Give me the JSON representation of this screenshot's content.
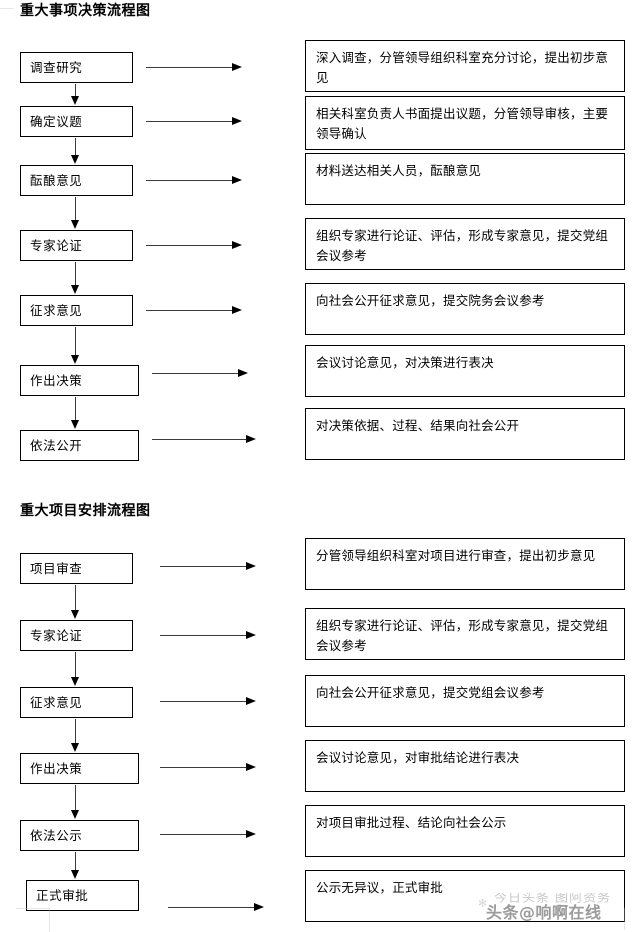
{
  "document": {
    "background_color": "#ffffff",
    "line_color": "#000000",
    "arrow_color": "#3b3b3b"
  },
  "charts": [
    {
      "title": "重大事项决策流程图",
      "steps": [
        "调查研究",
        "确定议题",
        "酝酿意见",
        "专家论证",
        "征求意见",
        "作出决策",
        "依法公开"
      ],
      "descriptions": [
        "深入调查，分管领导组织科室充分讨论，提出初步意见",
        "相关科室负责人书面提出议题，分管领导审核，主要领导确认",
        "材料送达相关人员，酝酿意见",
        "组织专家进行论证、评估，形成专家意见，提交党组会议参考",
        "向社会公开征求意见，提交院务会议参考",
        "会议讨论意见，对决策进行表决",
        "对决策依据、过程、结果向社会公开"
      ]
    },
    {
      "title": "重大项目安排流程图",
      "steps": [
        "项目审查",
        "专家论证",
        "征求意见",
        "作出决策",
        "依法公示",
        "正式审批"
      ],
      "descriptions": [
        "分管领导组织科室对项目进行审查，提出初步意见",
        "组织专家进行论证、评估，形成专家意见，提交党组会议参考",
        "向社会公开征求意见，提交党组会议参考",
        "会议讨论意见，对审批结论进行表决",
        "对项目审批过程、结论向社会公示",
        "公示无异议，正式审批"
      ]
    }
  ],
  "watermark": {
    "main_text": "头条@响啊在线",
    "ghost_text": "今日头条 图阿资务",
    "bird_icon": "bird-icon"
  }
}
